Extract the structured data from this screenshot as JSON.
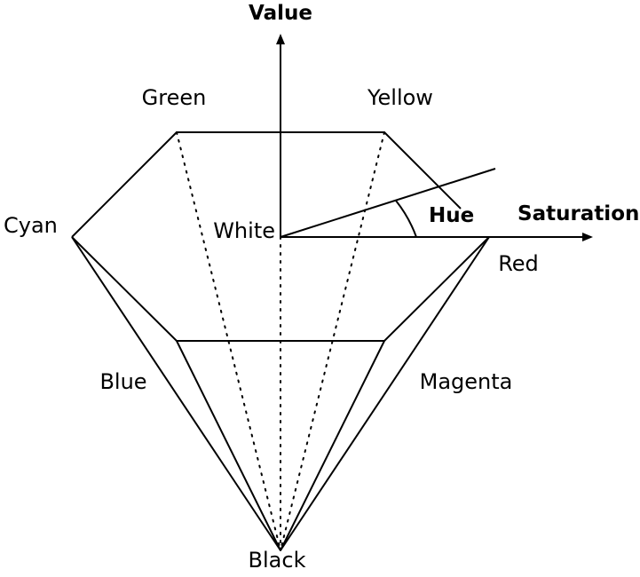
{
  "axes": {
    "value": "Value",
    "saturation": "Saturation",
    "hue": "Hue"
  },
  "vertices": {
    "green": "Green",
    "yellow": "Yellow",
    "cyan": "Cyan",
    "white": "White",
    "red": "Red",
    "blue": "Blue",
    "magenta": "Magenta",
    "black": "Black"
  },
  "colors": {
    "stroke": "#000000",
    "background": "#ffffff"
  }
}
